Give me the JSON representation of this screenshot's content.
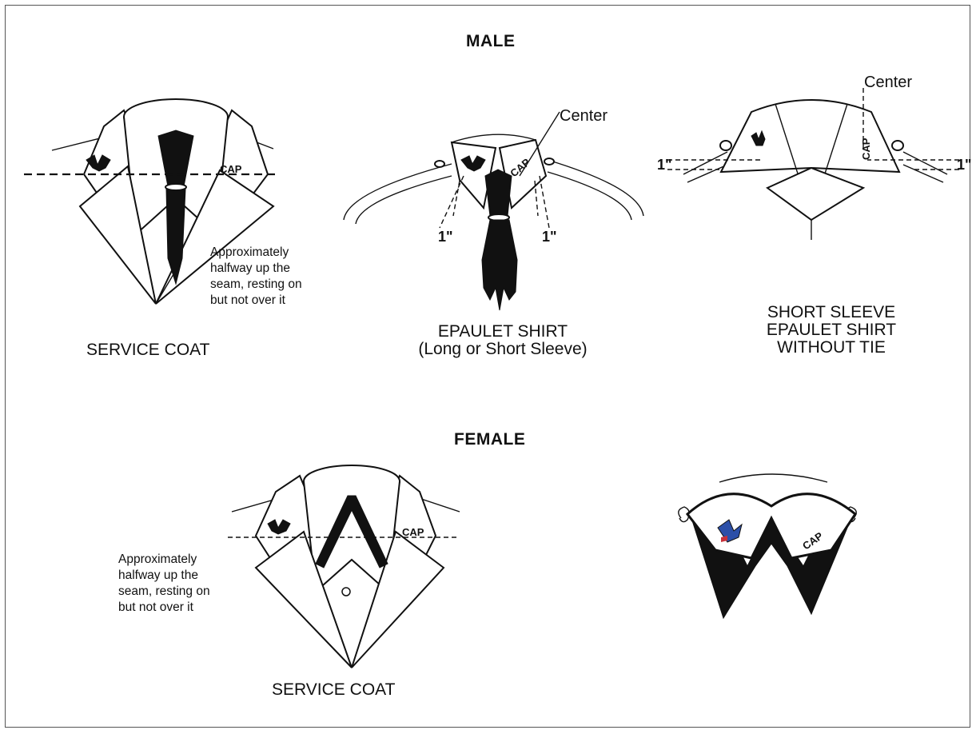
{
  "male": {
    "heading": "MALE",
    "service_coat": {
      "caption": "SERVICE COAT",
      "note": [
        "Approximately",
        "halfway up the",
        "seam, resting on",
        "but not over it"
      ],
      "insignia_text": "CAP"
    },
    "epaulet_shirt": {
      "caption_line1": "EPAULET SHIRT",
      "caption_line2": "(Long or Short Sleeve)",
      "center_label": "Center",
      "measure_left": "1\"",
      "measure_right": "1\"",
      "insignia_text": "CAP"
    },
    "short_sleeve": {
      "caption_line1": "SHORT SLEEVE",
      "caption_line2": "EPAULET SHIRT",
      "caption_line3": "WITHOUT TIE",
      "center_label": "Center",
      "measure_left": "1\"",
      "measure_right": "1\"",
      "insignia_text": "CAP"
    }
  },
  "female": {
    "heading": "FEMALE",
    "service_coat": {
      "caption": "SERVICE COAT",
      "note": [
        "Approximately",
        "halfway up the",
        "seam, resting on",
        "but not over it"
      ],
      "insignia_text": "CAP"
    },
    "blouse_collar": {
      "insignia_text": "CAP"
    }
  },
  "colors": {
    "ink": "#111111",
    "background": "#ffffff",
    "flag_blue": "#2c4fa8",
    "flag_red": "#c8323a"
  }
}
